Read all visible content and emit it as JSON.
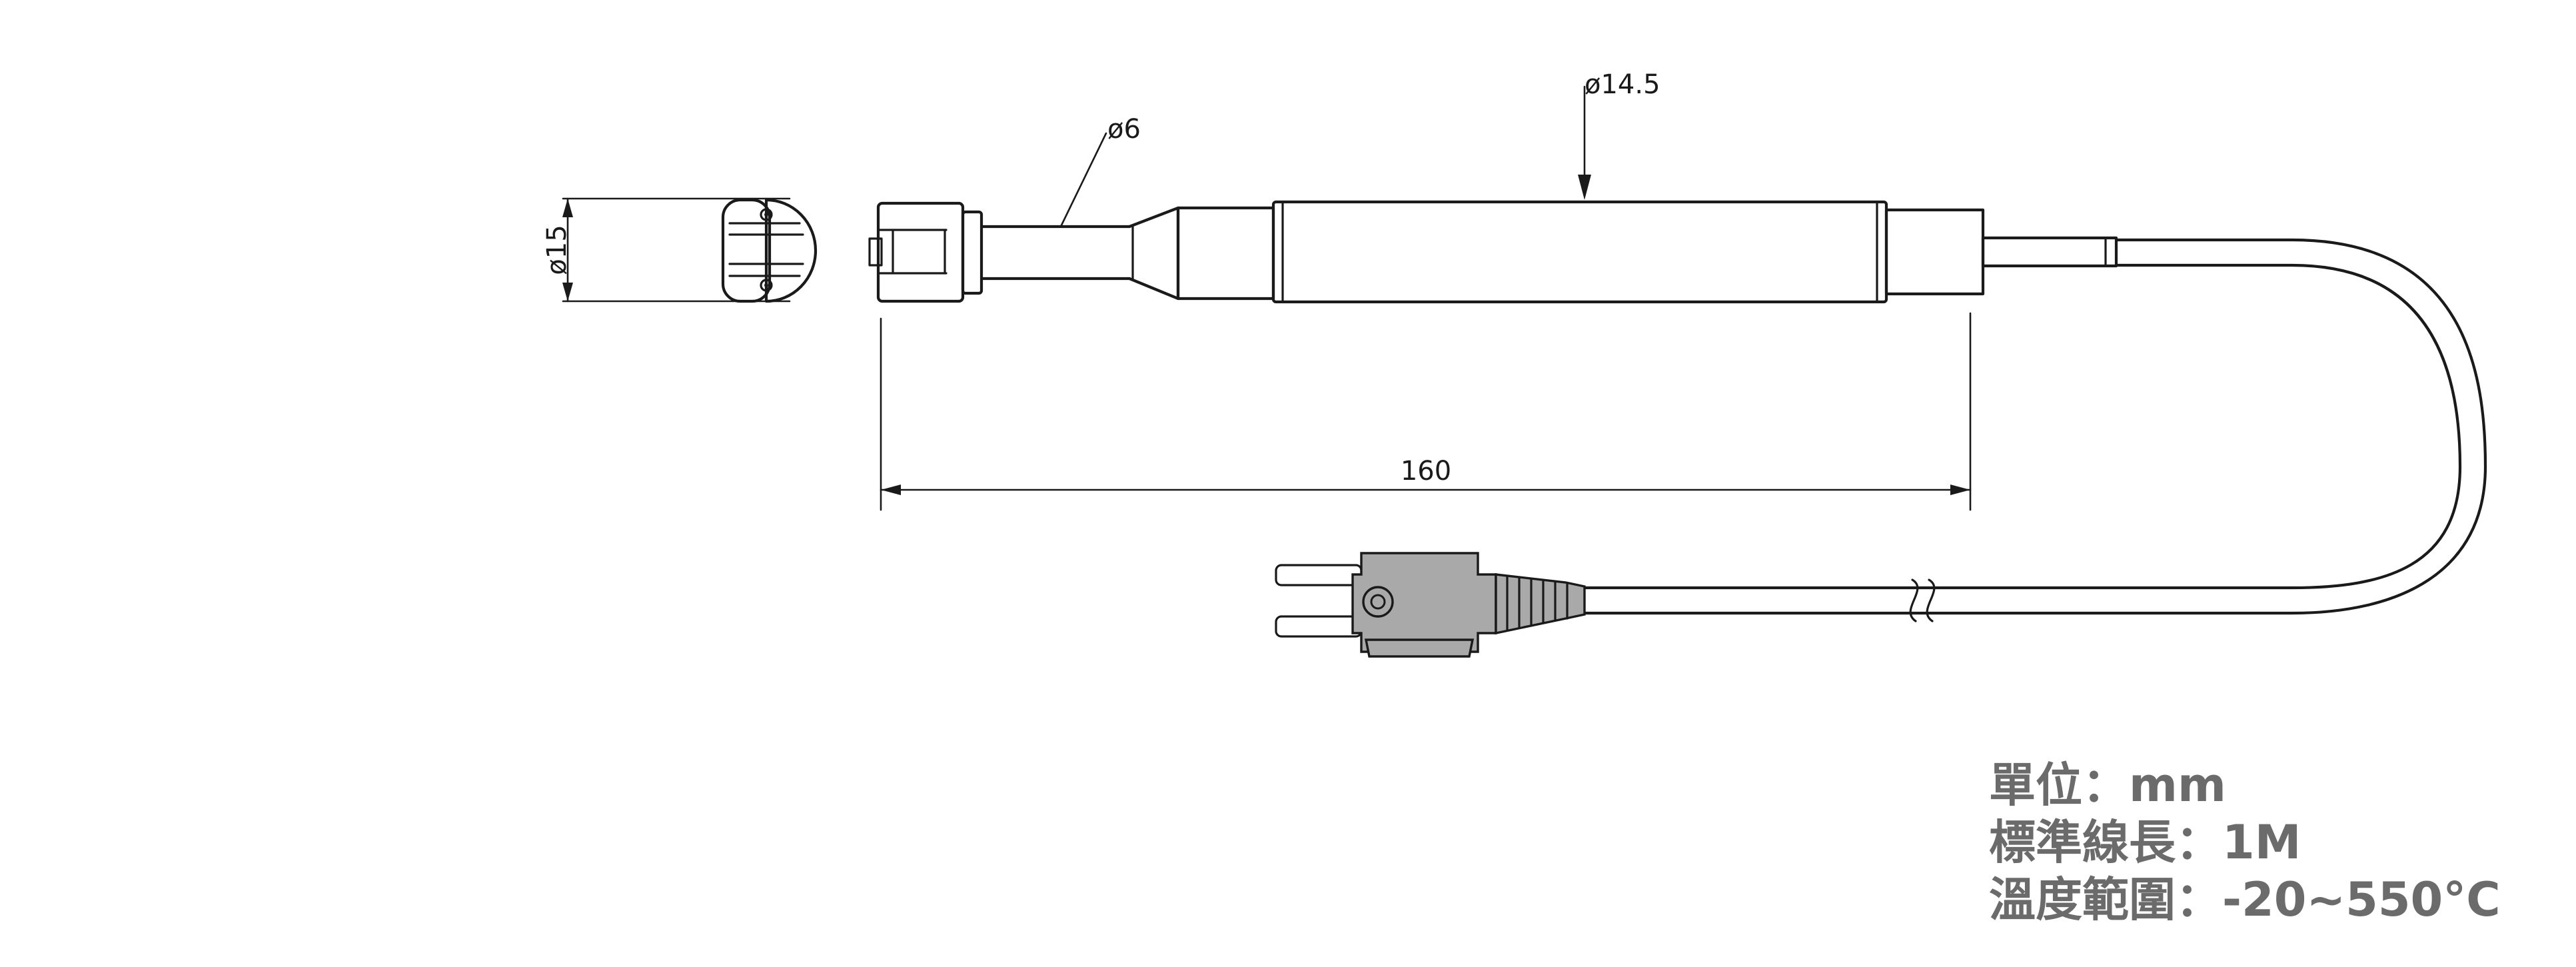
{
  "dimensions": {
    "front_diameter": "ø15",
    "tip_diameter": "ø6",
    "handle_diameter": "ø14.5",
    "probe_length": "160"
  },
  "specs": [
    {
      "label": "單位",
      "separator": "：",
      "value": "mm"
    },
    {
      "label": "標準線長",
      "separator": "：",
      "value": "1M"
    },
    {
      "label": "溫度範圍",
      "separator": "：",
      "value": "-20~550°C"
    }
  ],
  "colors": {
    "line": "#1a1a1a",
    "connector_fill": "#a9a9a9",
    "spec_text": "#6b6b6b"
  }
}
